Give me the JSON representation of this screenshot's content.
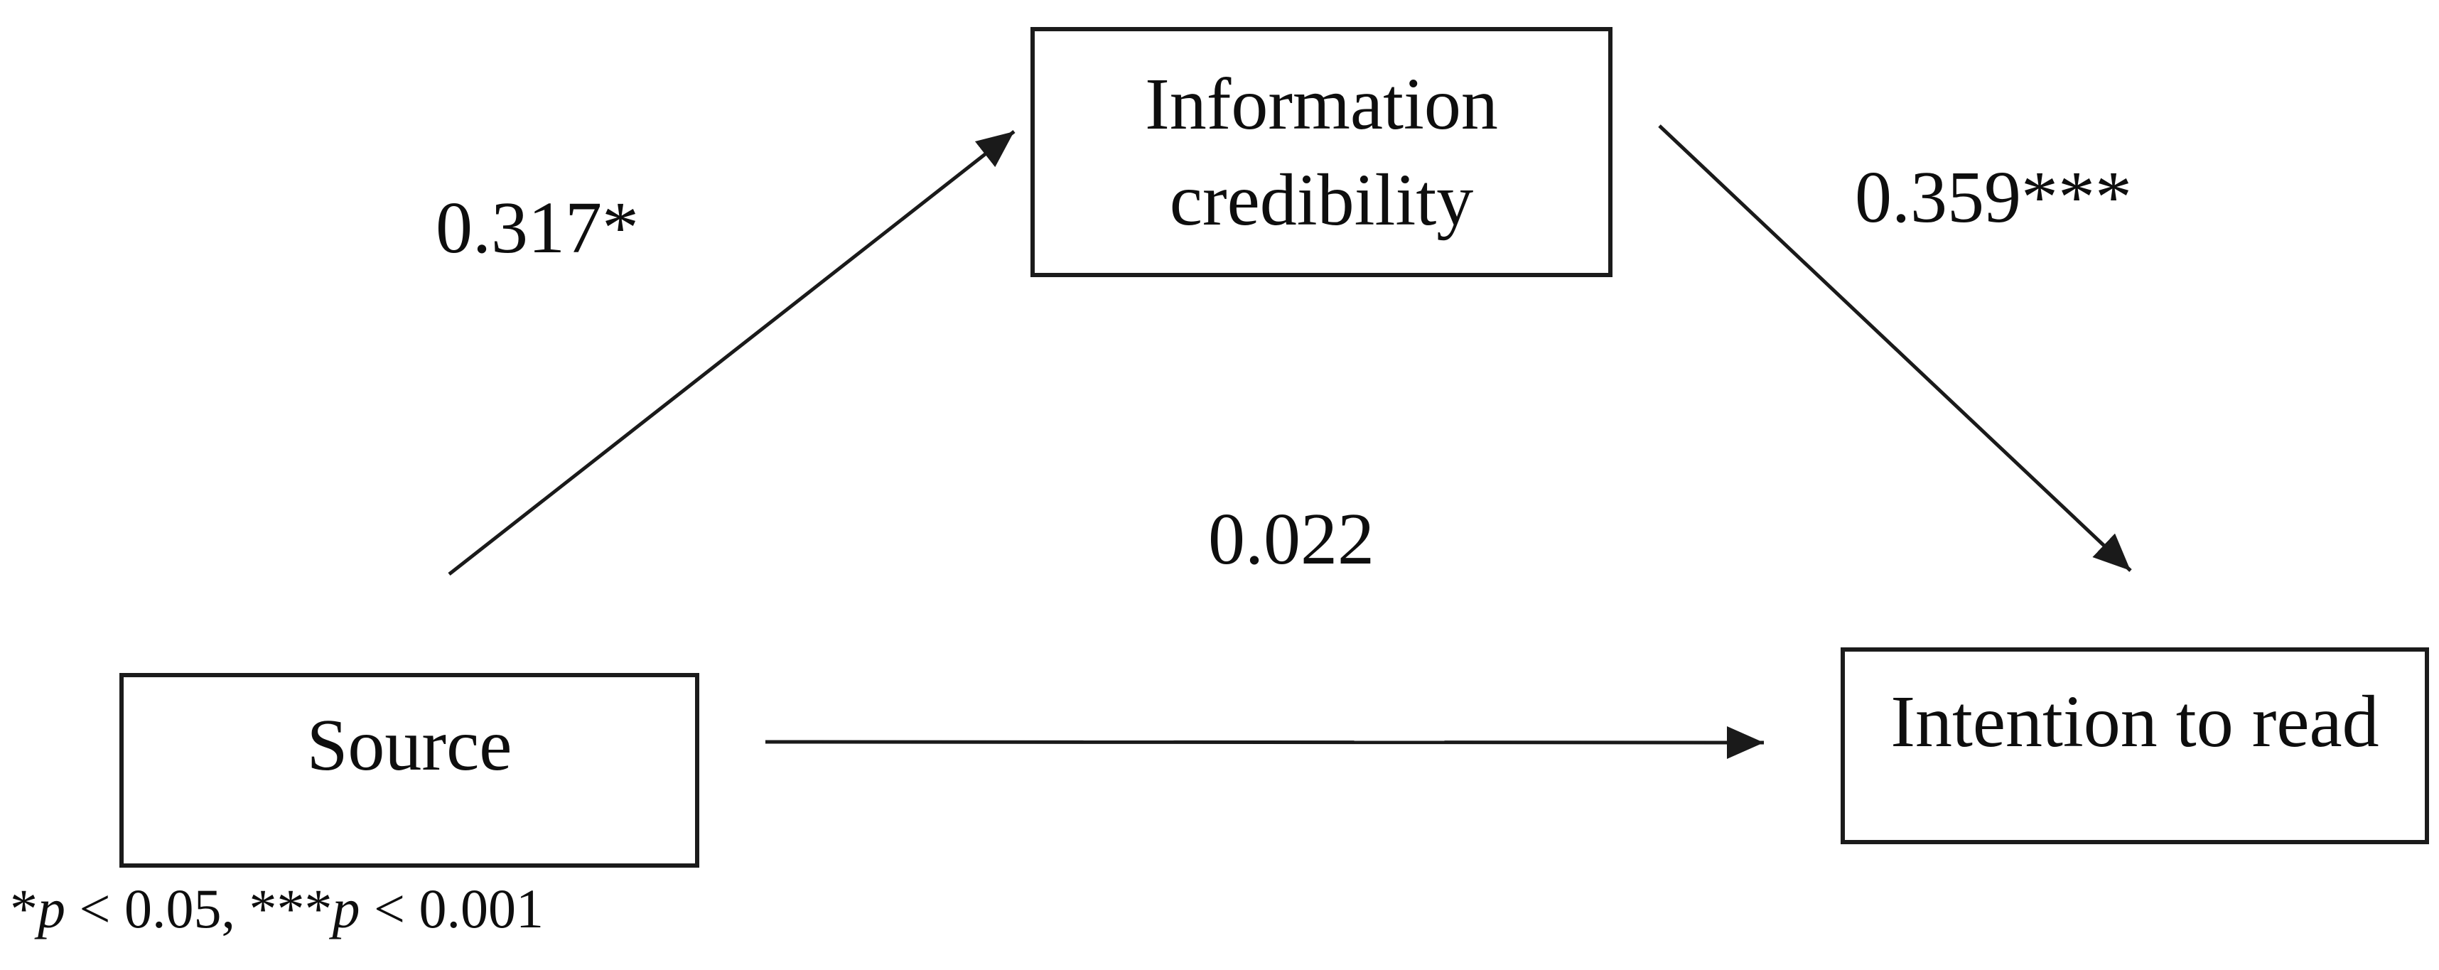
{
  "figure": {
    "kind": "mediation-path-diagram",
    "background_color": "#ffffff",
    "ink_color": "#141414"
  },
  "nodes": [
    {
      "id": "source",
      "label": "Source"
    },
    {
      "id": "information-credibility",
      "label_line1": "Information",
      "label_line2": "credibility"
    },
    {
      "id": "intention-to-read",
      "label": "Intention to read"
    }
  ],
  "edges": [
    {
      "id": "a",
      "from": "Source",
      "to": "Information credibility",
      "coefficient": "0.317*"
    },
    {
      "id": "b",
      "from": "Information credibility",
      "to": "Intention to read",
      "coefficient": "0.359***"
    },
    {
      "id": "c",
      "from": "Source",
      "to": "Intention to read",
      "coefficient": "0.022"
    }
  ],
  "footnote": {
    "part1_stars": "*",
    "part1_p": "p",
    "part1_rest": " < 0.05, ",
    "part2_stars": "***",
    "part2_p": "p",
    "part2_rest": " < 0.001"
  }
}
